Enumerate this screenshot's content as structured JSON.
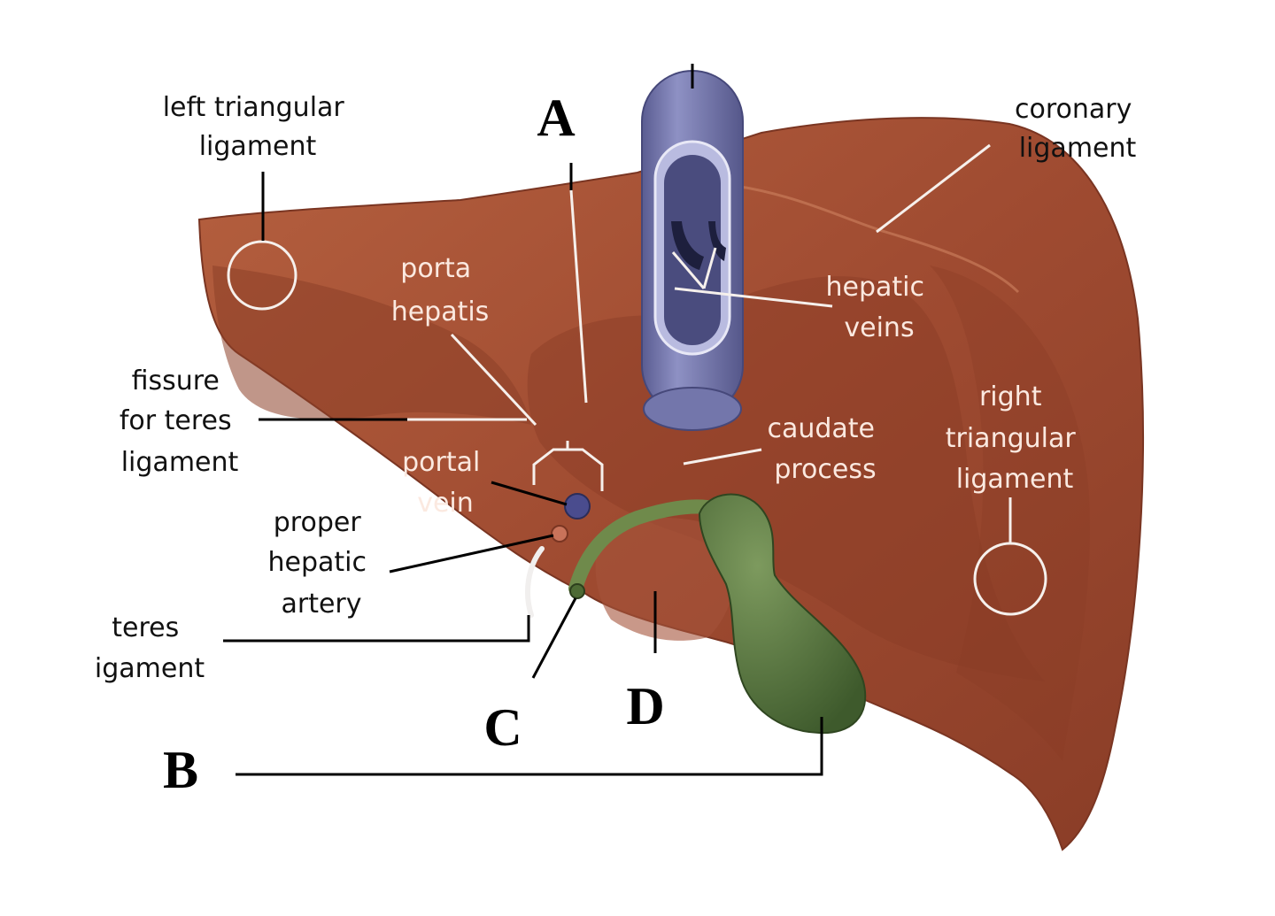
{
  "diagram": {
    "labels": {
      "left_triangular_ligament": [
        "left triangular",
        "ligament"
      ],
      "coronary_ligament": [
        "coronary",
        "ligament"
      ],
      "porta_hepatis": [
        "porta",
        "hepatis"
      ],
      "hepatic_veins": [
        "hepatic",
        "veins"
      ],
      "fissure_for_teres_ligament": [
        "fissure",
        "for teres",
        "ligament"
      ],
      "caudate_process": [
        "caudate",
        "process"
      ],
      "right_triangular_ligament": [
        "right",
        "triangular",
        "ligament"
      ],
      "portal_vein": [
        "portal",
        "vein"
      ],
      "proper_hepatic_artery": [
        "proper",
        "hepatic",
        "artery"
      ],
      "teres_ligament": [
        "teres",
        "igament"
      ]
    },
    "letters": {
      "a": "A",
      "b": "B",
      "c": "C",
      "d": "D"
    },
    "colors": {
      "liver": "#a14e34",
      "liver_shadow": "#7a3522",
      "vena_cava": "#6f72a8",
      "gallbladder": "#4f6b3a",
      "leader_light": "#f6f0ec",
      "leader_dark": "#000000"
    }
  }
}
